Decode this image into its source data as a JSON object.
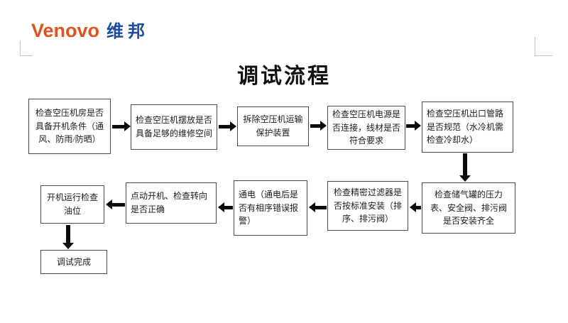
{
  "logo": {
    "brand_latin": "Venovo",
    "brand_cn": "维邦",
    "brand_latin_color": "#e2511c",
    "brand_cn_color": "#1b4da1"
  },
  "title": "调试流程",
  "flowchart": {
    "nodes": [
      {
        "id": 1,
        "label": "检查空压机房是否具备开机条件（通风、防雨/防晒）"
      },
      {
        "id": 2,
        "label": "检查空压机摆放是否具备足够的维修空间"
      },
      {
        "id": 3,
        "label": "拆除空压机运输保护装置"
      },
      {
        "id": 4,
        "label": "检查空压机电源是否连接，线材是否符合要求"
      },
      {
        "id": 5,
        "label": "检查空压机出口管路是否规范（水冷机需检查冷却水）"
      },
      {
        "id": 6,
        "label": "检查储气罐的压力表、安全阀、排污阀是否安装齐全"
      },
      {
        "id": 7,
        "label": "检查精密过滤器是否按标准安装（排序、排污阀）"
      },
      {
        "id": 8,
        "label": "通电（通电后是否有相序错误报警）"
      },
      {
        "id": 9,
        "label": "点动开机、检查转向是否正确"
      },
      {
        "id": 10,
        "label": "开机运行检查油位"
      },
      {
        "id": 11,
        "label": "调试完成"
      }
    ],
    "edges": [
      {
        "from": 1,
        "to": 2,
        "direction": "right"
      },
      {
        "from": 2,
        "to": 3,
        "direction": "right"
      },
      {
        "from": 3,
        "to": 4,
        "direction": "right"
      },
      {
        "from": 4,
        "to": 5,
        "direction": "right"
      },
      {
        "from": 5,
        "to": 6,
        "direction": "down"
      },
      {
        "from": 6,
        "to": 7,
        "direction": "left"
      },
      {
        "from": 7,
        "to": 8,
        "direction": "left"
      },
      {
        "from": 8,
        "to": 9,
        "direction": "left"
      },
      {
        "from": 9,
        "to": 10,
        "direction": "left"
      },
      {
        "from": 10,
        "to": 11,
        "direction": "down"
      }
    ]
  }
}
